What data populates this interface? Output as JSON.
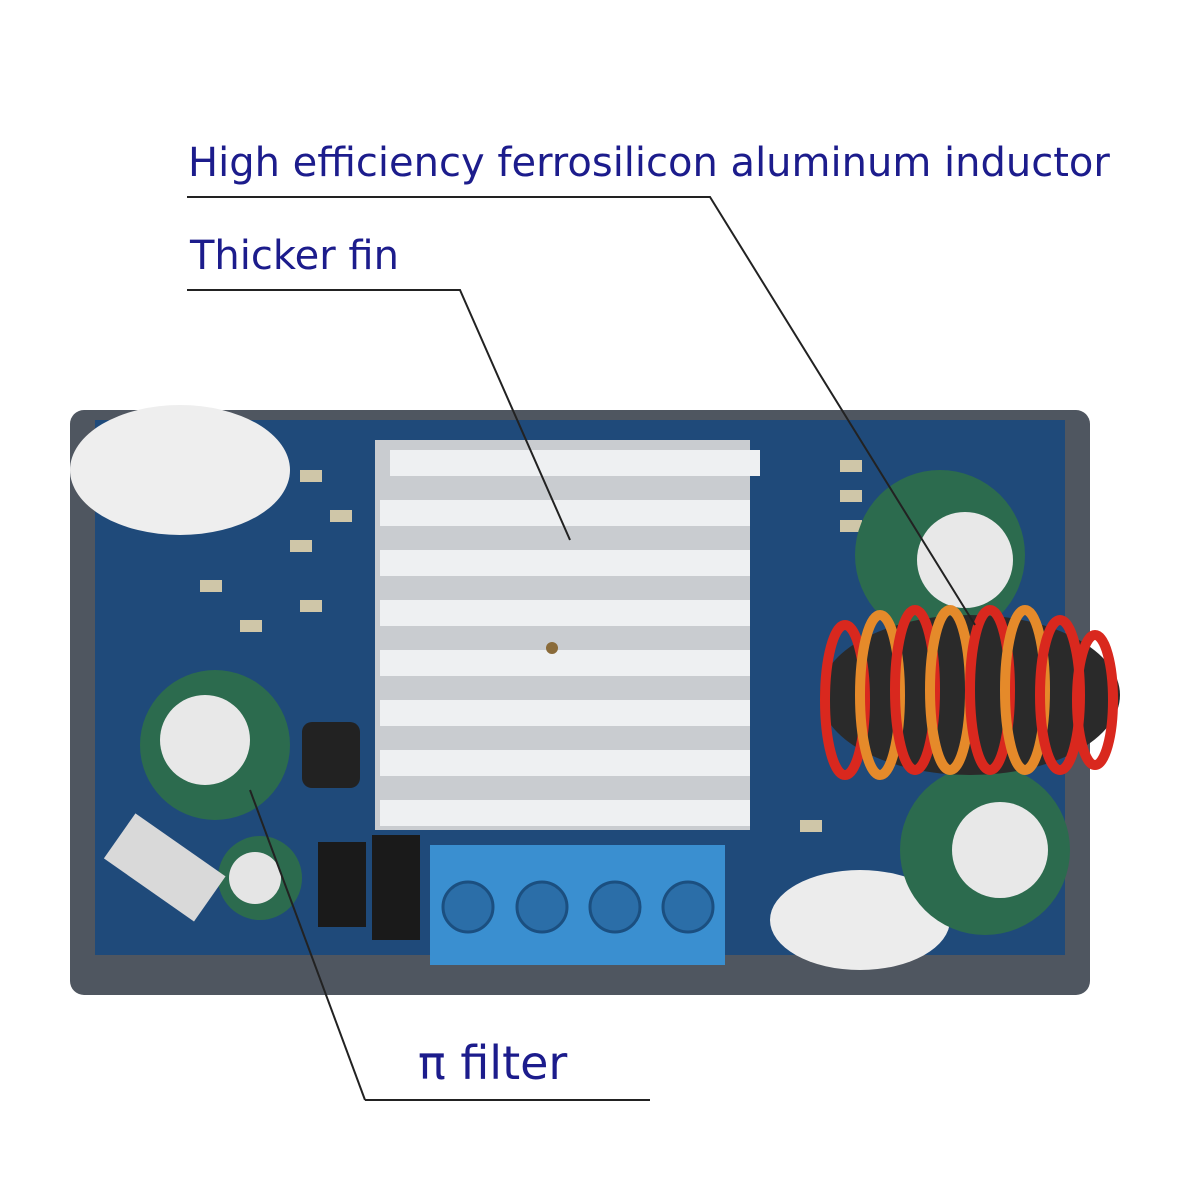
{
  "annotations": {
    "inductor": "High efficiency ferrosilicon aluminum inductor",
    "fin": "Thicker fin",
    "filter": "π filter"
  },
  "colors": {
    "label_text": "#1c1c8c",
    "pcb": "#1f4a7a",
    "case": "#4f5660",
    "terminal_block": "#3a8fd0"
  }
}
